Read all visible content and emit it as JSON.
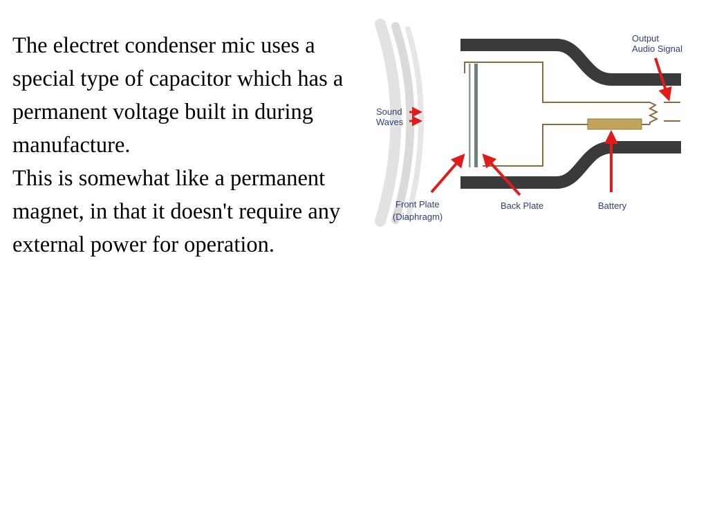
{
  "text": {
    "paragraph_1": "The electret condenser mic uses a special type of capacitor which has a permanent voltage built in during manufacture.",
    "paragraph_2": "This is somewhat like a permanent magnet, in that it doesn't require any external power for operation."
  },
  "diagram": {
    "labels": {
      "output_line1": "Output",
      "output_line2": "Audio Signal",
      "sound_line1": "Sound",
      "sound_line2": "Waves",
      "front_plate_line1": "Front Plate",
      "front_plate_line2": "(Diaphragm)",
      "back_plate": "Back Plate",
      "battery": "Battery"
    },
    "colors": {
      "housing": "#3a3a3a",
      "wire": "#8b6a3e",
      "arrow": "#e01b1b",
      "battery": "#c2a45c",
      "plate": "#6e7f7e",
      "label": "#2e3f73"
    }
  }
}
